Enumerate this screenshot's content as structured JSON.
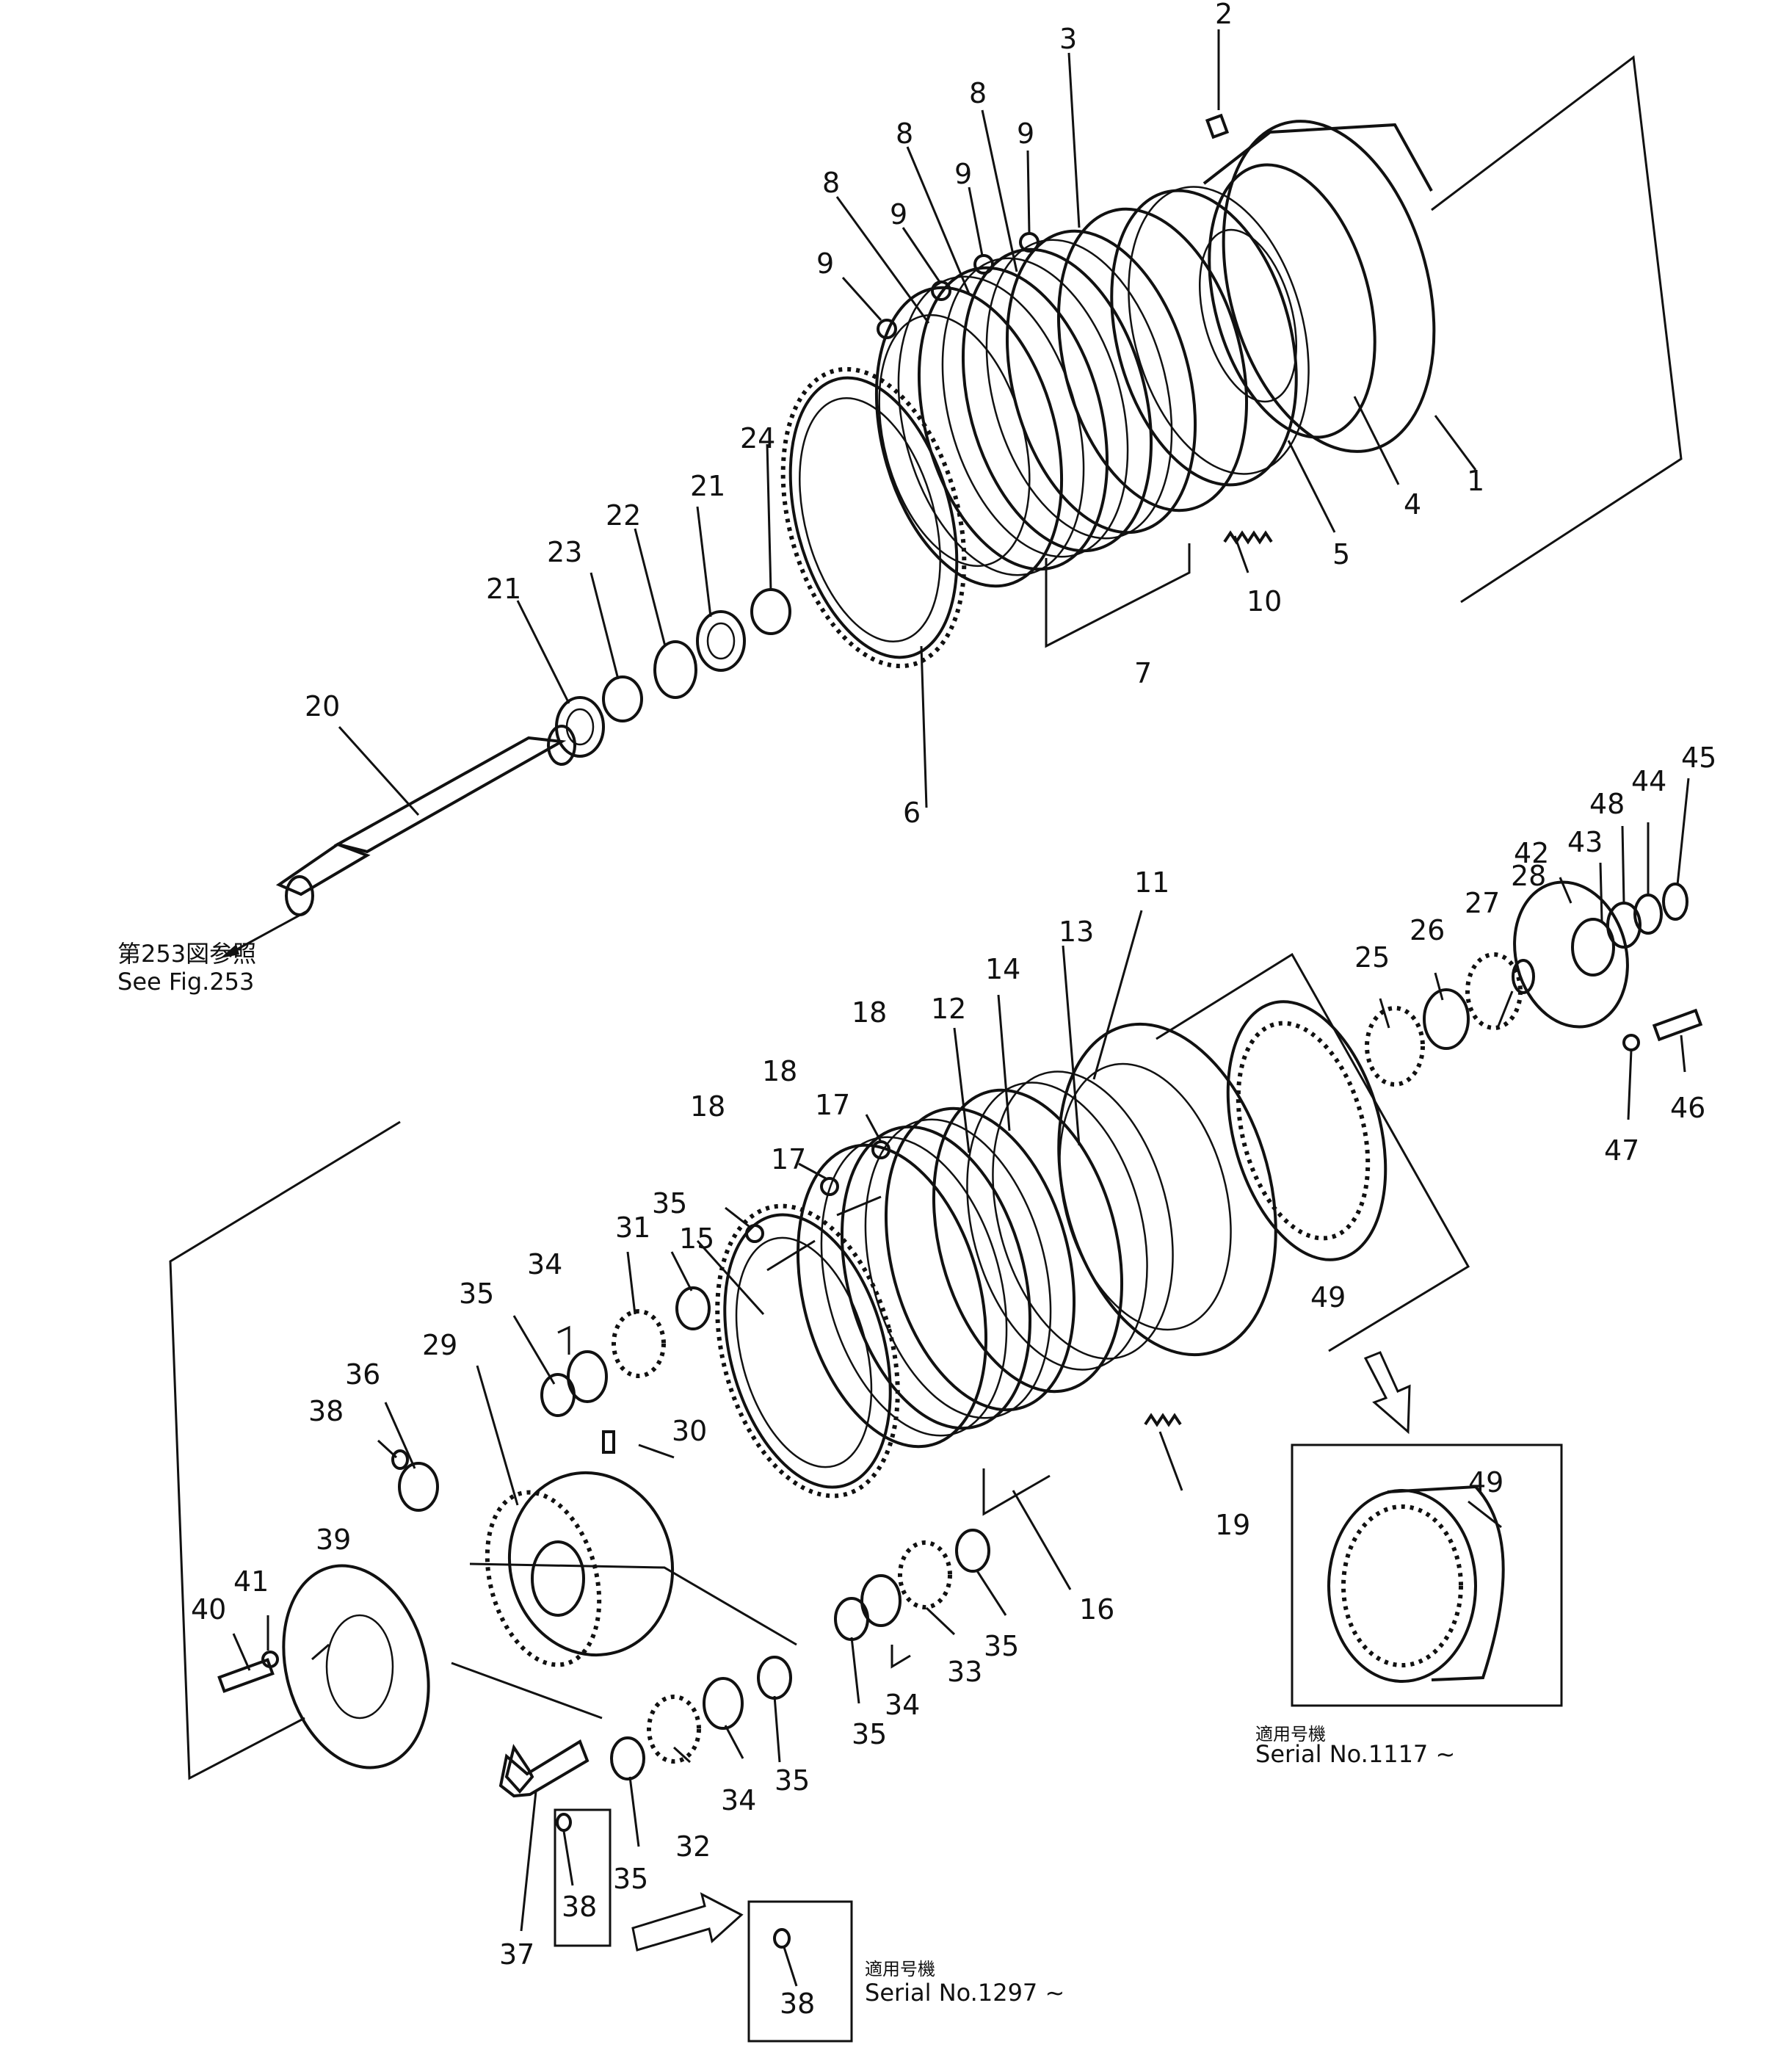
{
  "parts": [
    "1",
    "2",
    "3",
    "4",
    "5",
    "6",
    "7",
    "8",
    "8",
    "8",
    "8",
    "9",
    "9",
    "9",
    "9",
    "10",
    "11",
    "12",
    "13",
    "14",
    "15",
    "16",
    "17",
    "17",
    "18",
    "18",
    "18",
    "19",
    "20",
    "21",
    "21",
    "22",
    "23",
    "24",
    "25",
    "26",
    "27",
    "28",
    "29",
    "30",
    "31",
    "32",
    "33",
    "34",
    "34",
    "34",
    "34",
    "35",
    "35",
    "35",
    "35",
    "35",
    "35",
    "35",
    "36",
    "37",
    "38",
    "38",
    "38",
    "39",
    "40",
    "41",
    "42",
    "43",
    "44",
    "45",
    "46",
    "47",
    "48",
    "49",
    "49"
  ],
  "notes": {
    "see_ref_jp": "第253図参照",
    "see_ref": "See Fig.253",
    "applicable_jp": "適用号機",
    "serial_1117": "Serial No.1117 ~",
    "serial_1297": "Serial No.1297 ~"
  }
}
